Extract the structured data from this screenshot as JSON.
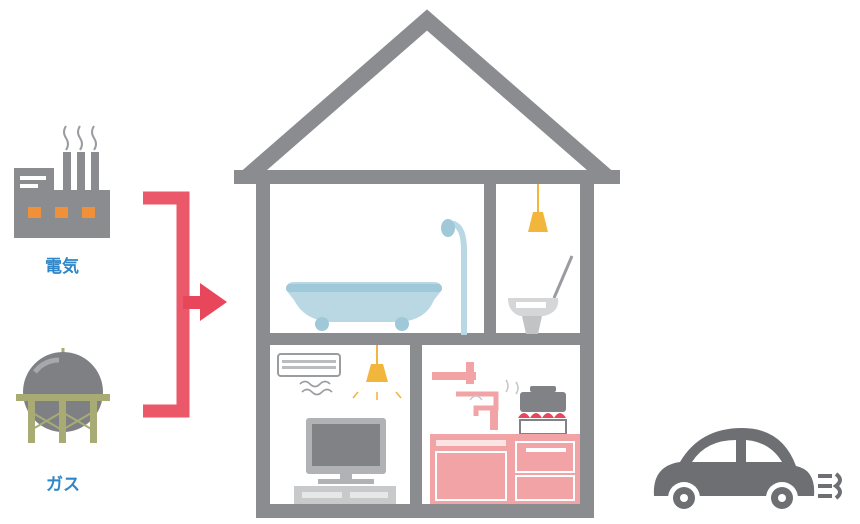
{
  "sources": {
    "electricity_label": "電気",
    "gas_label": "ガス"
  },
  "colors": {
    "house_frame": "#8a8c90",
    "arrow": "#e8465a",
    "bath": "#b9d8e4",
    "light": "#f3b63c",
    "kitchen": "#f2a3a6",
    "label": "#2f86c8",
    "gas_tank_legs": "#a8ab74",
    "car": "#6d6f73"
  },
  "icons": [
    "factory-icon",
    "gas-tank-icon",
    "supply-arrow",
    "house",
    "bathtub-icon",
    "shower-icon",
    "toilet-icon",
    "ceiling-light-icon",
    "air-conditioner-icon",
    "television-icon",
    "kitchen-counter-icon",
    "stove-icon",
    "faucet-icon",
    "car-icon"
  ]
}
